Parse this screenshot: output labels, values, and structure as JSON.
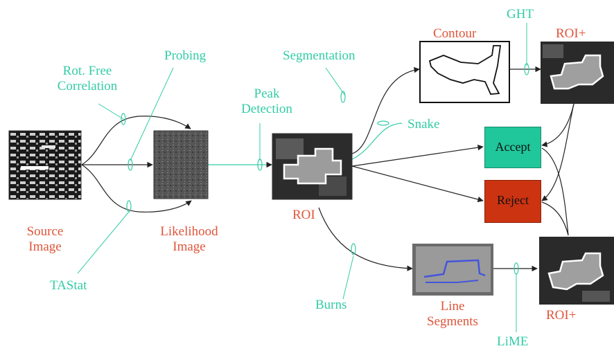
{
  "labels": {
    "source_image": [
      "Source",
      "Image"
    ],
    "likelihood_image": [
      "Likelihood",
      "Image"
    ],
    "roi": "ROI",
    "roi_plus_top": "ROI+",
    "roi_plus_bottom": "ROI+",
    "contour": "Contour",
    "line_segments": [
      "Line",
      "Segments"
    ],
    "accept": "Accept",
    "reject": "Reject"
  },
  "operators": {
    "rot_free_correlation": [
      "Rot. Free",
      "Correlation"
    ],
    "probing": "Probing",
    "tastat": "TAStat",
    "peak_detection": [
      "Peak",
      "Detection"
    ],
    "segmentation": "Segmentation",
    "snake": "Snake",
    "burns": "Burns",
    "ght": "GHT",
    "lime": "LiME"
  },
  "colors": {
    "operator_text": "#33cca6",
    "image_text": "#e0553a",
    "accept_fill": "#1fc79a",
    "reject_fill": "#cc3311"
  }
}
